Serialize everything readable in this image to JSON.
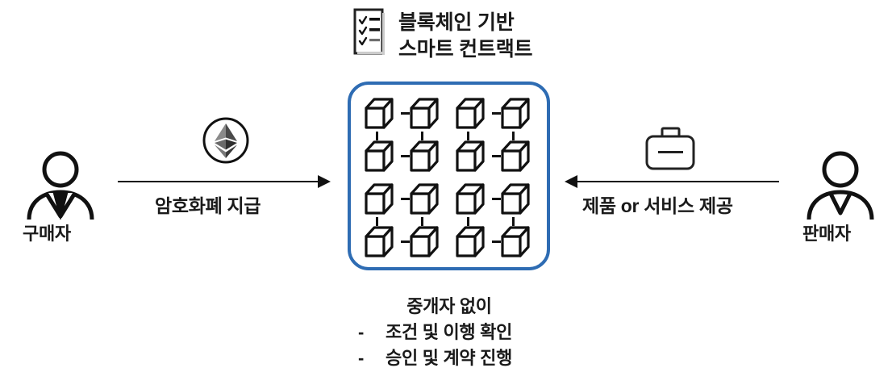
{
  "diagram": {
    "title_lines": [
      "블록체인 기반",
      "스마트 컨트랙트"
    ],
    "accent_color": "#2e6cb3",
    "ink_color": "#1a1a1a",
    "actors": {
      "buyer": {
        "label": "구매자",
        "icon": "person-with-tie-icon"
      },
      "seller": {
        "label": "판매자",
        "icon": "person-icon"
      }
    },
    "flows": [
      {
        "label": "암호화폐 지급",
        "direction": "right",
        "icon": "ethereum-coin-icon"
      },
      {
        "label": "제품 or 서비스 제공",
        "direction": "left",
        "icon": "briefcase-icon"
      }
    ],
    "chain": {
      "icon": "checklist-document-icon",
      "grid_rows": 4,
      "grid_cols": 4,
      "node_icon": "cube-icon"
    },
    "footer": {
      "heading": "중개자 없이",
      "bullet_marker": "-",
      "items": [
        "조건 및 이행 확인",
        "승인 및 계약 진행"
      ]
    }
  }
}
